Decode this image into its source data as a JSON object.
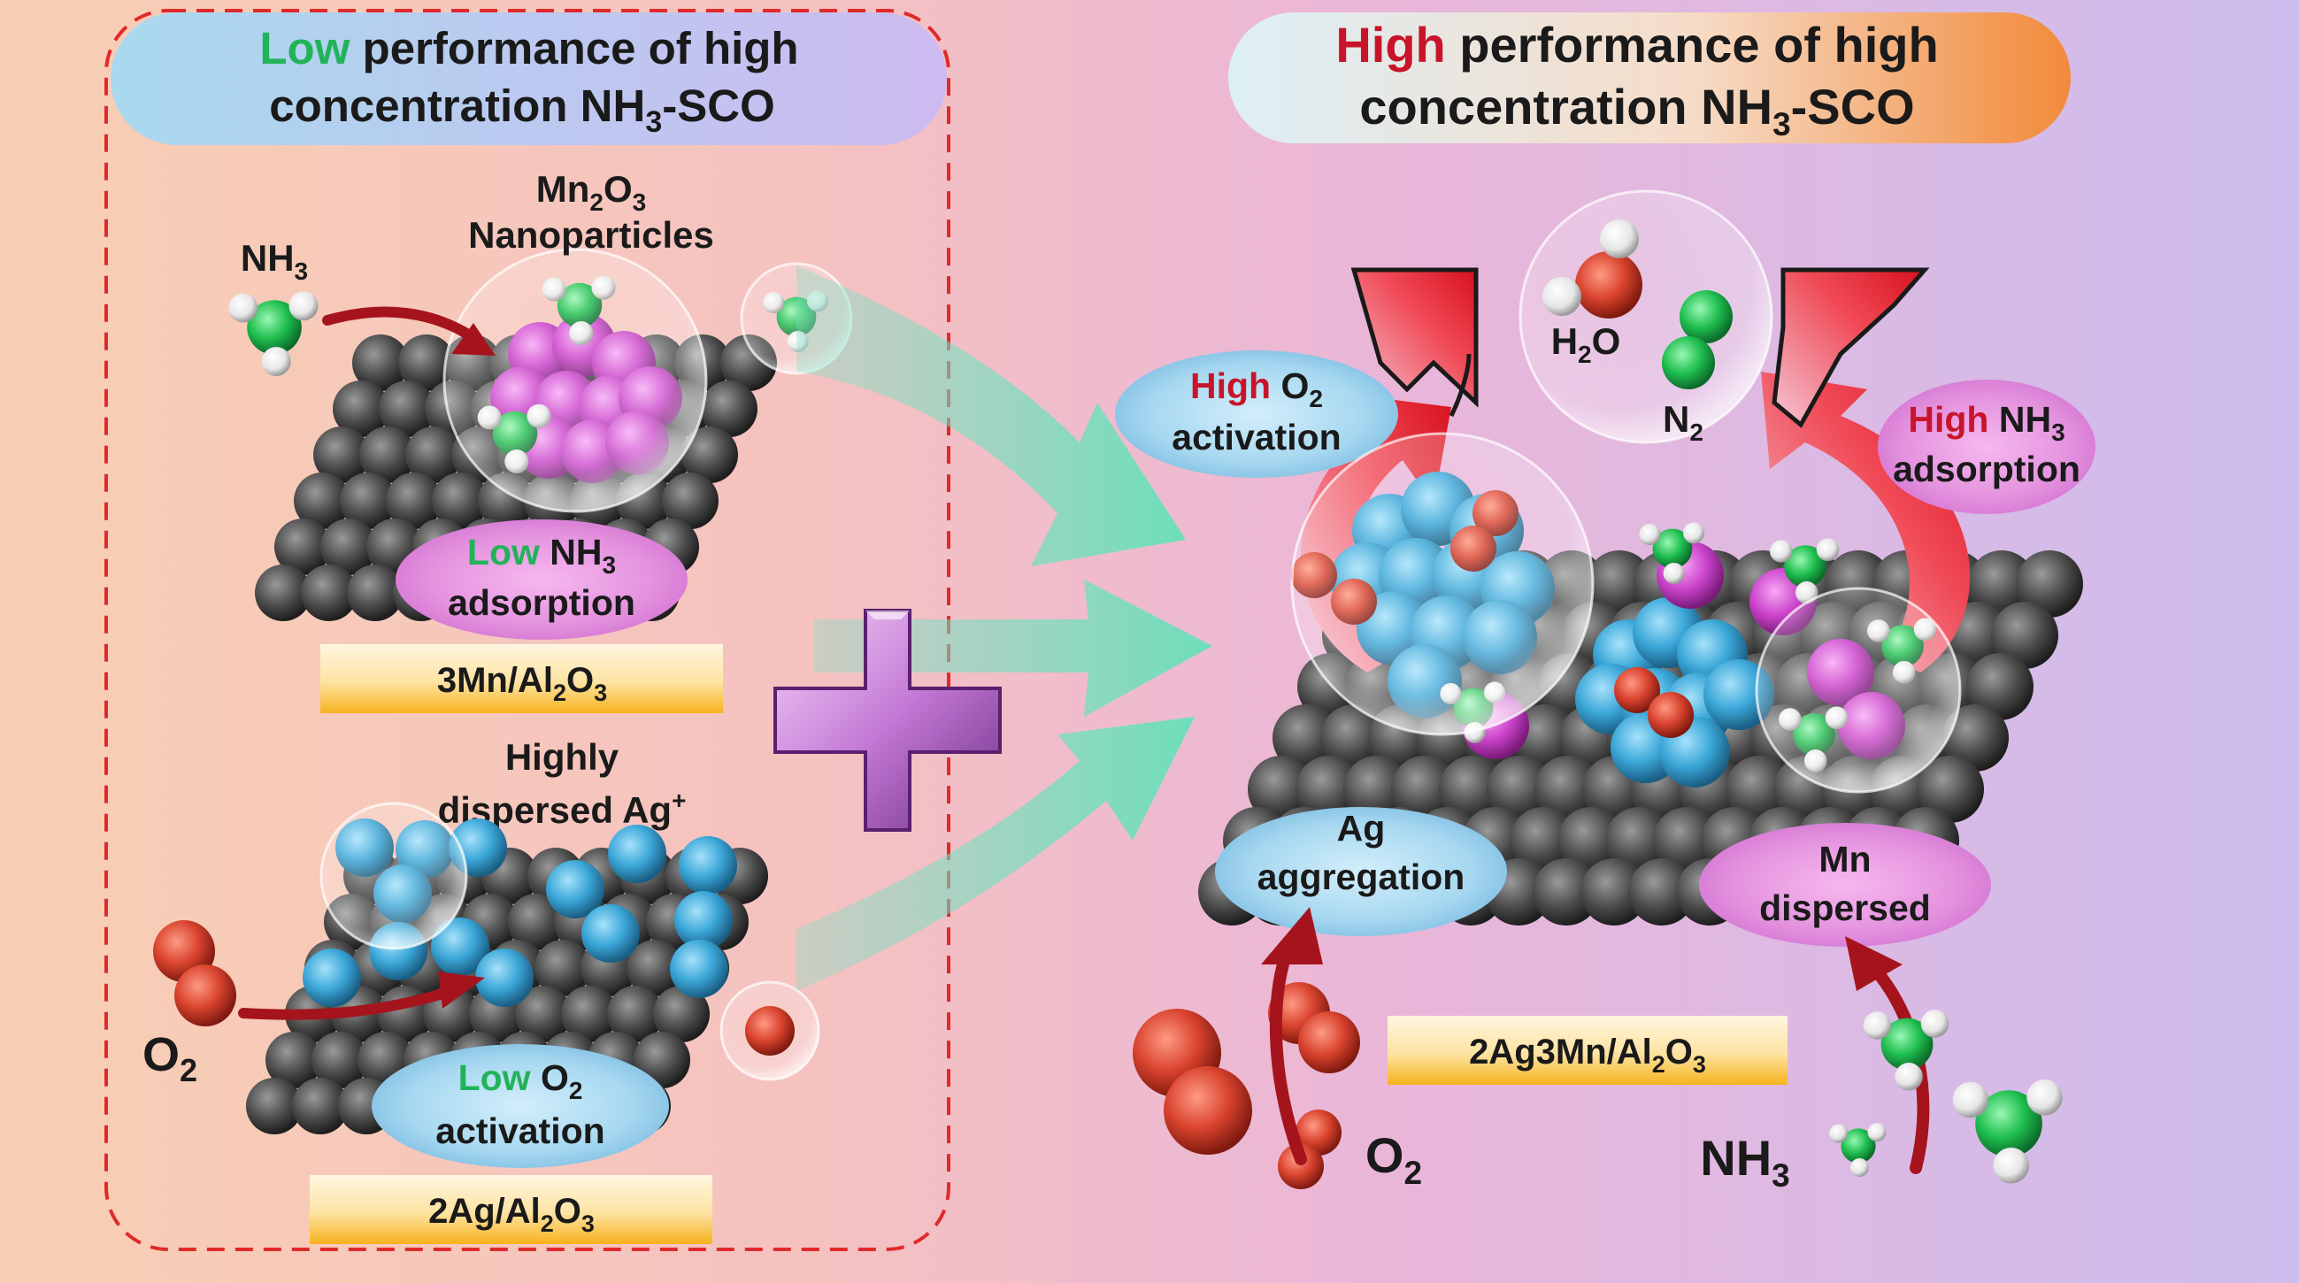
{
  "left_panel": {
    "title": {
      "emph": "Low",
      "line1_rest": " performance of high",
      "line2_pre": "concentration NH",
      "line2_sub": "3",
      "line2_post": "-SCO"
    },
    "mn_label": {
      "l1_pre": "Mn",
      "l1_sub1": "2",
      "l1_mid": "O",
      "l1_sub2": "3",
      "l2": "Nanoparticles"
    },
    "nh3_label": {
      "pre": "NH",
      "sub": "3"
    },
    "low_nh3": {
      "emph": "Low",
      "rest_pre": " NH",
      "rest_sub": "3",
      "line2": "adsorption"
    },
    "bar_mn": {
      "pre": "3Mn/Al",
      "sub1": "2",
      "mid": "O",
      "sub2": "3"
    },
    "ag_label": {
      "l1": "Highly",
      "l2_pre": "dispersed Ag",
      "l2_sup": "+"
    },
    "o2_label": {
      "pre": "O",
      "sub": "2"
    },
    "low_o2": {
      "emph": "Low",
      "rest_pre": " O",
      "rest_sub": "2",
      "line2": "activation"
    },
    "bar_ag": {
      "pre": "2Ag/Al",
      "sub1": "2",
      "mid": "O",
      "sub2": "3"
    }
  },
  "right_panel": {
    "title": {
      "emph": "High",
      "line1_rest": " performance of high",
      "line2_pre": "concentration NH",
      "line2_sub": "3",
      "line2_post": "-SCO"
    },
    "high_o2": {
      "emph": "High",
      "rest_pre": " O",
      "rest_sub": "2",
      "line2": "activation"
    },
    "h2o_label": {
      "pre": "H",
      "sub": "2",
      "post": "O"
    },
    "n2_label": {
      "pre": "N",
      "sub": "2"
    },
    "high_nh3": {
      "emph": "High",
      "rest_pre": " NH",
      "rest_sub": "3",
      "line2": "adsorption"
    },
    "ag_agg": {
      "l1": "Ag",
      "l2": "aggregation"
    },
    "mn_disp": {
      "l1": "Mn",
      "l2": "dispersed"
    },
    "bar_agmn": {
      "pre": "2Ag3Mn/Al",
      "sub1": "2",
      "mid": "O",
      "sub2": "3"
    },
    "o2_label": {
      "pre": "O",
      "sub": "2"
    },
    "nh3_label": {
      "pre": "NH",
      "sub": "3"
    }
  },
  "colors": {
    "low_green": "#22b35a",
    "high_red": "#c8142a",
    "text_dark": "#1a1a1a",
    "support_grey": "#5a5a5a",
    "ag_blue": "#3ba7d8",
    "mn_magenta": "#cc44cc",
    "o_red": "#d9432e",
    "n_green": "#1fbf4f",
    "dash_red": "#e02a2a"
  }
}
